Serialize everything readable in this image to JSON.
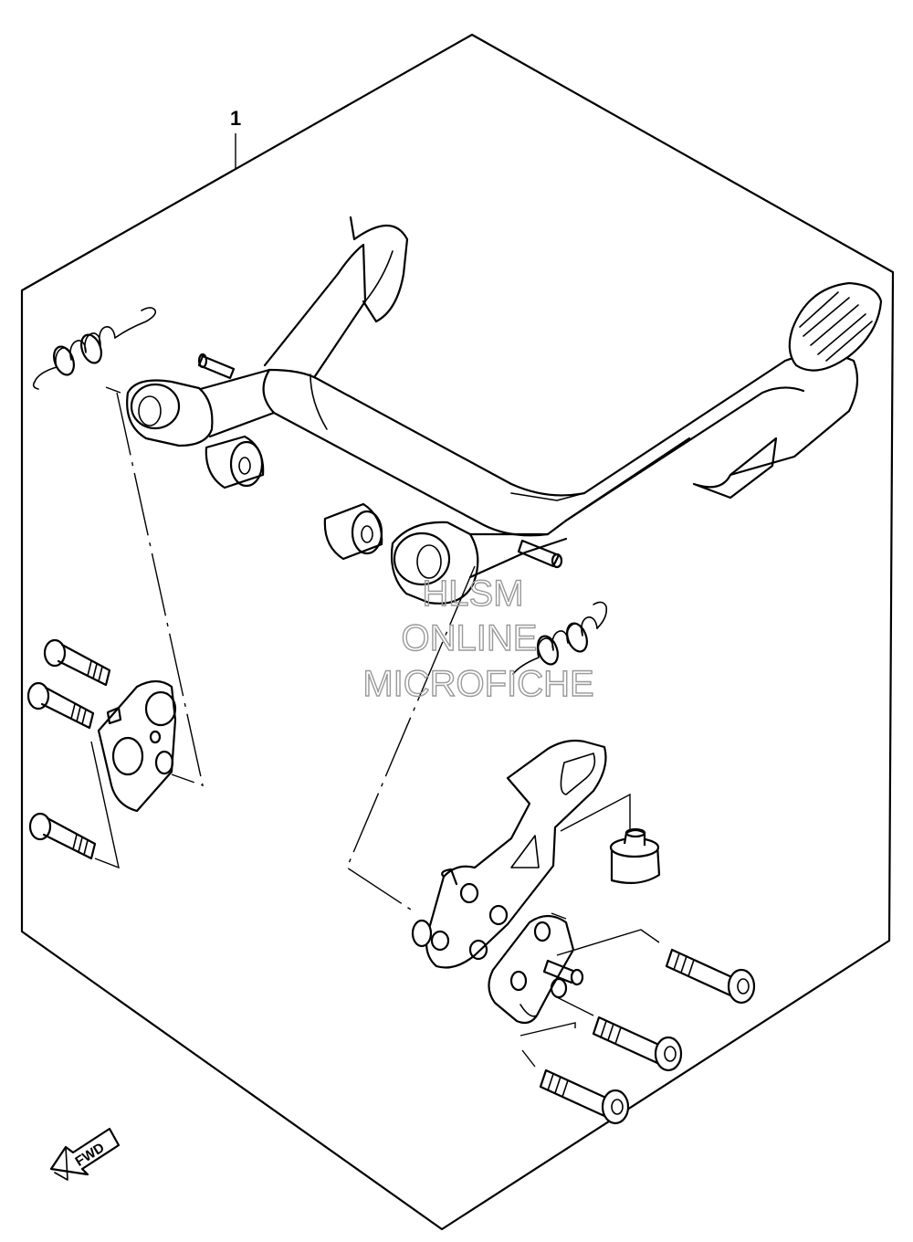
{
  "reference_number": "1",
  "direction_arrow": {
    "label": "FWD",
    "icon": "fwd-arrow-icon"
  },
  "watermark": {
    "lines": [
      "HLSM",
      "ONLINE",
      "MICROFICHE"
    ],
    "color": "#9a9a9a"
  },
  "parts": [
    {
      "icon": "center-stand-frame-icon"
    },
    {
      "icon": "stand-pedal-icon"
    },
    {
      "icon": "return-spring-icon"
    },
    {
      "icon": "pivot-bushing-icon"
    },
    {
      "icon": "bolt-icon"
    },
    {
      "icon": "mounting-bracket-icon"
    },
    {
      "icon": "rubber-stopper-icon"
    }
  ]
}
